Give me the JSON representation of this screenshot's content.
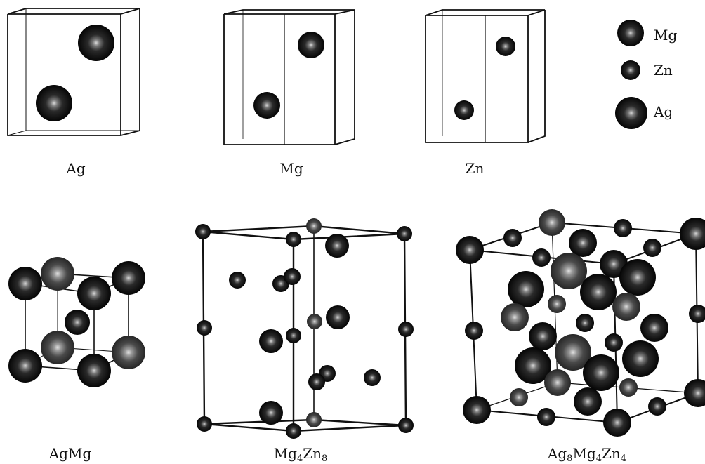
{
  "legend": {
    "items": [
      {
        "element": "Mg",
        "label": "Mg"
      },
      {
        "element": "Zn",
        "label": "Zn"
      },
      {
        "element": "Ag",
        "label": "Ag"
      }
    ]
  },
  "panels": [
    {
      "id": "ag",
      "caption": "Ag"
    },
    {
      "id": "mg",
      "caption": "Mg"
    },
    {
      "id": "zn",
      "caption": "Zn"
    },
    {
      "id": "agmg",
      "caption": "AgMg"
    },
    {
      "id": "mg4zn8",
      "caption_parts": [
        "Mg",
        "4",
        "Zn",
        "8"
      ],
      "caption_text": "Mg4Zn8"
    },
    {
      "id": "ag8mg4zn4",
      "caption_parts": [
        "Ag",
        "8",
        "Mg",
        "4",
        "Zn",
        "4"
      ],
      "caption_text": "Ag8Mg4Zn4"
    }
  ],
  "colors": {
    "atom_dark": "#0e0e0e",
    "atom_gray": "#3c3c3c",
    "atom_highlight": "#cfcfcf",
    "edge": "#111111"
  }
}
